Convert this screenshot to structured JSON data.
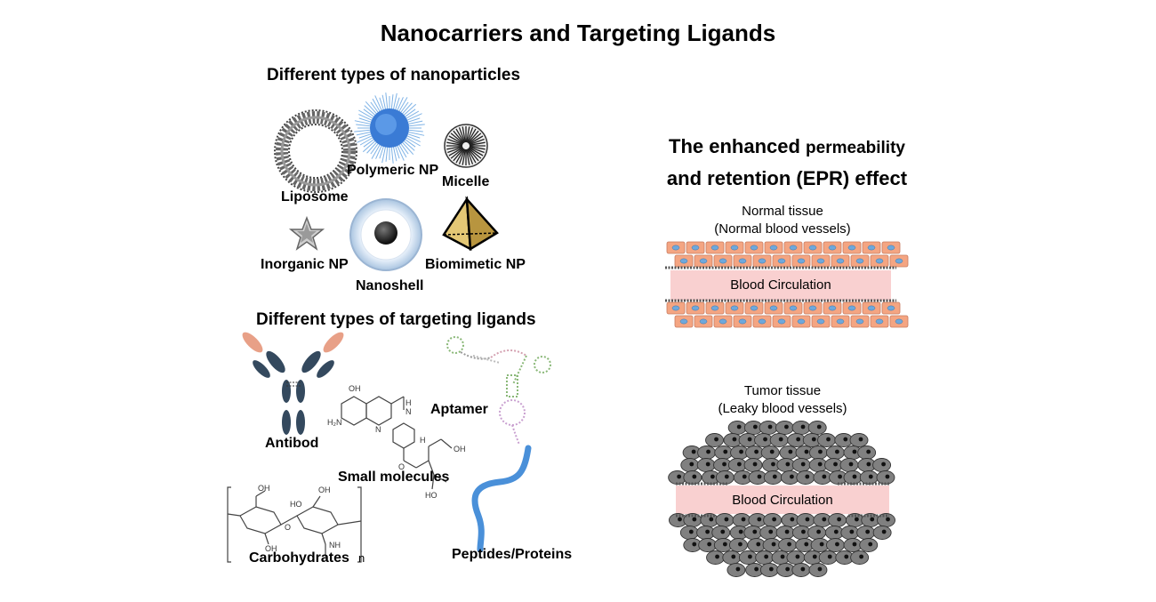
{
  "title": "Nanocarriers and Targeting Ligands",
  "nanoparticles": {
    "heading": "Different types of nanoparticles",
    "liposome": "Liposome",
    "polymeric": "Polymeric NP",
    "micelle": "Micelle",
    "inorganic": "Inorganic NP",
    "nanoshell": "Nanoshell",
    "biomimetic": "Biomimetic NP"
  },
  "ligands": {
    "heading": "Different types of targeting ligands",
    "antibody": "Antibod",
    "aptamer": "Aptamer",
    "small_molecules": "Small molecules",
    "carbohydrates": "Carbohydrates",
    "carbo_n": "n",
    "peptides": "Peptides/Proteins",
    "chem": {
      "oh": "OH",
      "nh": "NH",
      "h2n": "H₂N",
      "n": "N",
      "h": "H",
      "o": "O",
      "ho": "HO"
    }
  },
  "epr": {
    "heading_line1_big": "The enhanced",
    "heading_line1_small": "permeability",
    "heading_line2": "and retention (EPR) effect",
    "normal_title": "Normal tissue",
    "normal_sub": "(Normal blood vessels)",
    "tumor_title": "Tumor tissue",
    "tumor_sub": "(Leaky blood vessels)",
    "circulation": "Blood Circulation"
  },
  "colors": {
    "endothelial": "#f4a582",
    "nucleus": "#6fa8dc",
    "blood": "#f9d0d0",
    "tumor_cell": "#808080",
    "polymeric": "#3a7bd5",
    "biomimetic": "#d4b45a",
    "peptide": "#4a90d9",
    "antibody_heavy": "#34495e",
    "antibody_fab": "#e8a087"
  }
}
